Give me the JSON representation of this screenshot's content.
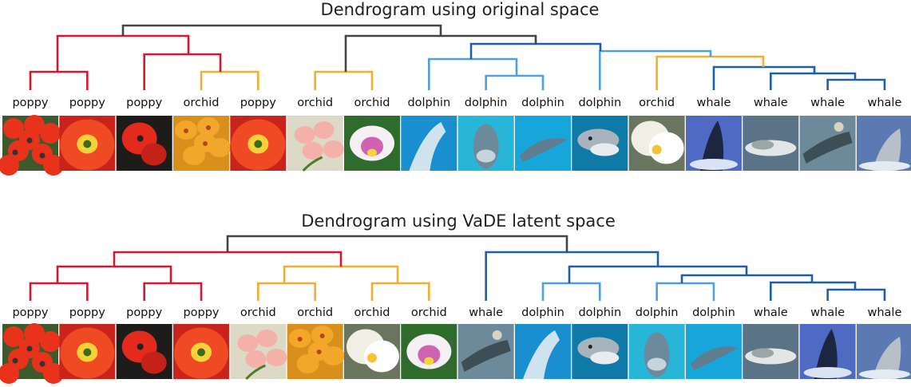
{
  "colors": {
    "red": "#d9152e",
    "orange": "#f6ad2c",
    "lightblue": "#4f9fe0",
    "darkblue": "#1f5ea8",
    "gray": "#444444",
    "poppy_red": "#e8321c",
    "poppy_dark": "#1e1c1a",
    "orchid_yellow": "#f2a72a",
    "orchid_pink": "#f3b1a9",
    "orchid_white": "#f1eee6",
    "orchid_magenta": "#cf63b2",
    "dolphin_blue": "#1fb7e3",
    "dolphin_dark": "#0e6d9c",
    "whale_blue": "#6b82c9",
    "whale_gray": "#8d98a0",
    "whale_sea": "#5a7386"
  },
  "panels": [
    {
      "title": "Dendrogram using original space",
      "labels": [
        "poppy",
        "poppy",
        "poppy",
        "orchid",
        "poppy",
        "orchid",
        "orchid",
        "dolphin",
        "dolphin",
        "dolphin",
        "dolphin",
        "orchid",
        "whale",
        "whale",
        "whale",
        "whale"
      ],
      "thumbs": [
        "poppy_many",
        "poppy_single",
        "poppy_dark",
        "orchid_yellow",
        "poppy_single",
        "orchid_pink",
        "orchid_magenta",
        "dolphin_close",
        "dolphin_under",
        "dolphin_side",
        "dolphin_head",
        "orchid_white",
        "whale_breach",
        "whale_gray",
        "whale_mouth",
        "whale_jump"
      ]
    },
    {
      "title": "Dendrogram using VaDE latent space",
      "labels": [
        "poppy",
        "poppy",
        "poppy",
        "poppy",
        "orchid",
        "orchid",
        "orchid",
        "orchid",
        "whale",
        "dolphin",
        "dolphin",
        "dolphin",
        "dolphin",
        "whale",
        "whale",
        "whale"
      ],
      "thumbs": [
        "poppy_many",
        "poppy_single",
        "poppy_dark",
        "poppy_single",
        "orchid_pink",
        "orchid_yellow",
        "orchid_white",
        "orchid_magenta",
        "whale_mouth",
        "dolphin_close",
        "dolphin_head",
        "dolphin_under",
        "dolphin_side",
        "whale_gray",
        "whale_breach",
        "whale_jump"
      ]
    }
  ]
}
